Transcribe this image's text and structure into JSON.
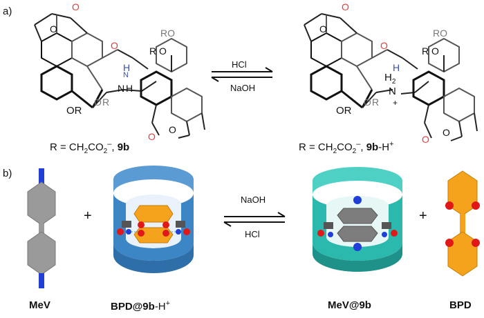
{
  "panel_a": {
    "label": "a)",
    "arrow_forward": "HCl",
    "arrow_backward": "NaOH",
    "left_caption": {
      "prefix": "R = CH",
      "sub1": "2",
      "mid": "CO",
      "sub2": "2",
      "sup": "–",
      "sep": ", ",
      "compound": "9b"
    },
    "right_caption": {
      "prefix": "R = CH",
      "sub1": "2",
      "mid": "CO",
      "sub2": "2",
      "sup": "–",
      "sep": ", ",
      "compound": "9b",
      "suffix": "-H",
      "suffix_sup": "+"
    },
    "atom_labels": {
      "O": "O",
      "RO": "RO",
      "OR": "OR",
      "R": "R",
      "N": "N",
      "H": "H",
      "H2": "H",
      "sub2": "2",
      "plus": "+"
    }
  },
  "panel_b": {
    "label": "b)",
    "plus": "+",
    "arrow_forward": "NaOH",
    "arrow_backward": "HCl",
    "items": {
      "mev": {
        "name": "MeV"
      },
      "complex1": {
        "name": "BPD@",
        "compound": "9b",
        "suffix": "-H",
        "sup": "+"
      },
      "complex2": {
        "name": "MeV@9b"
      },
      "bpd": {
        "name": "BPD"
      }
    }
  },
  "colors": {
    "cap_blue": "#3d86c6",
    "cap_teal": "#2bb9ad",
    "guest_gray": "#9a9a9a",
    "guest_orange": "#f5a31c",
    "methyl_blue": "#1f3fd6",
    "oxygen_red": "#e01818",
    "label_red_O": "#d94040",
    "R_gray": "#777777"
  }
}
